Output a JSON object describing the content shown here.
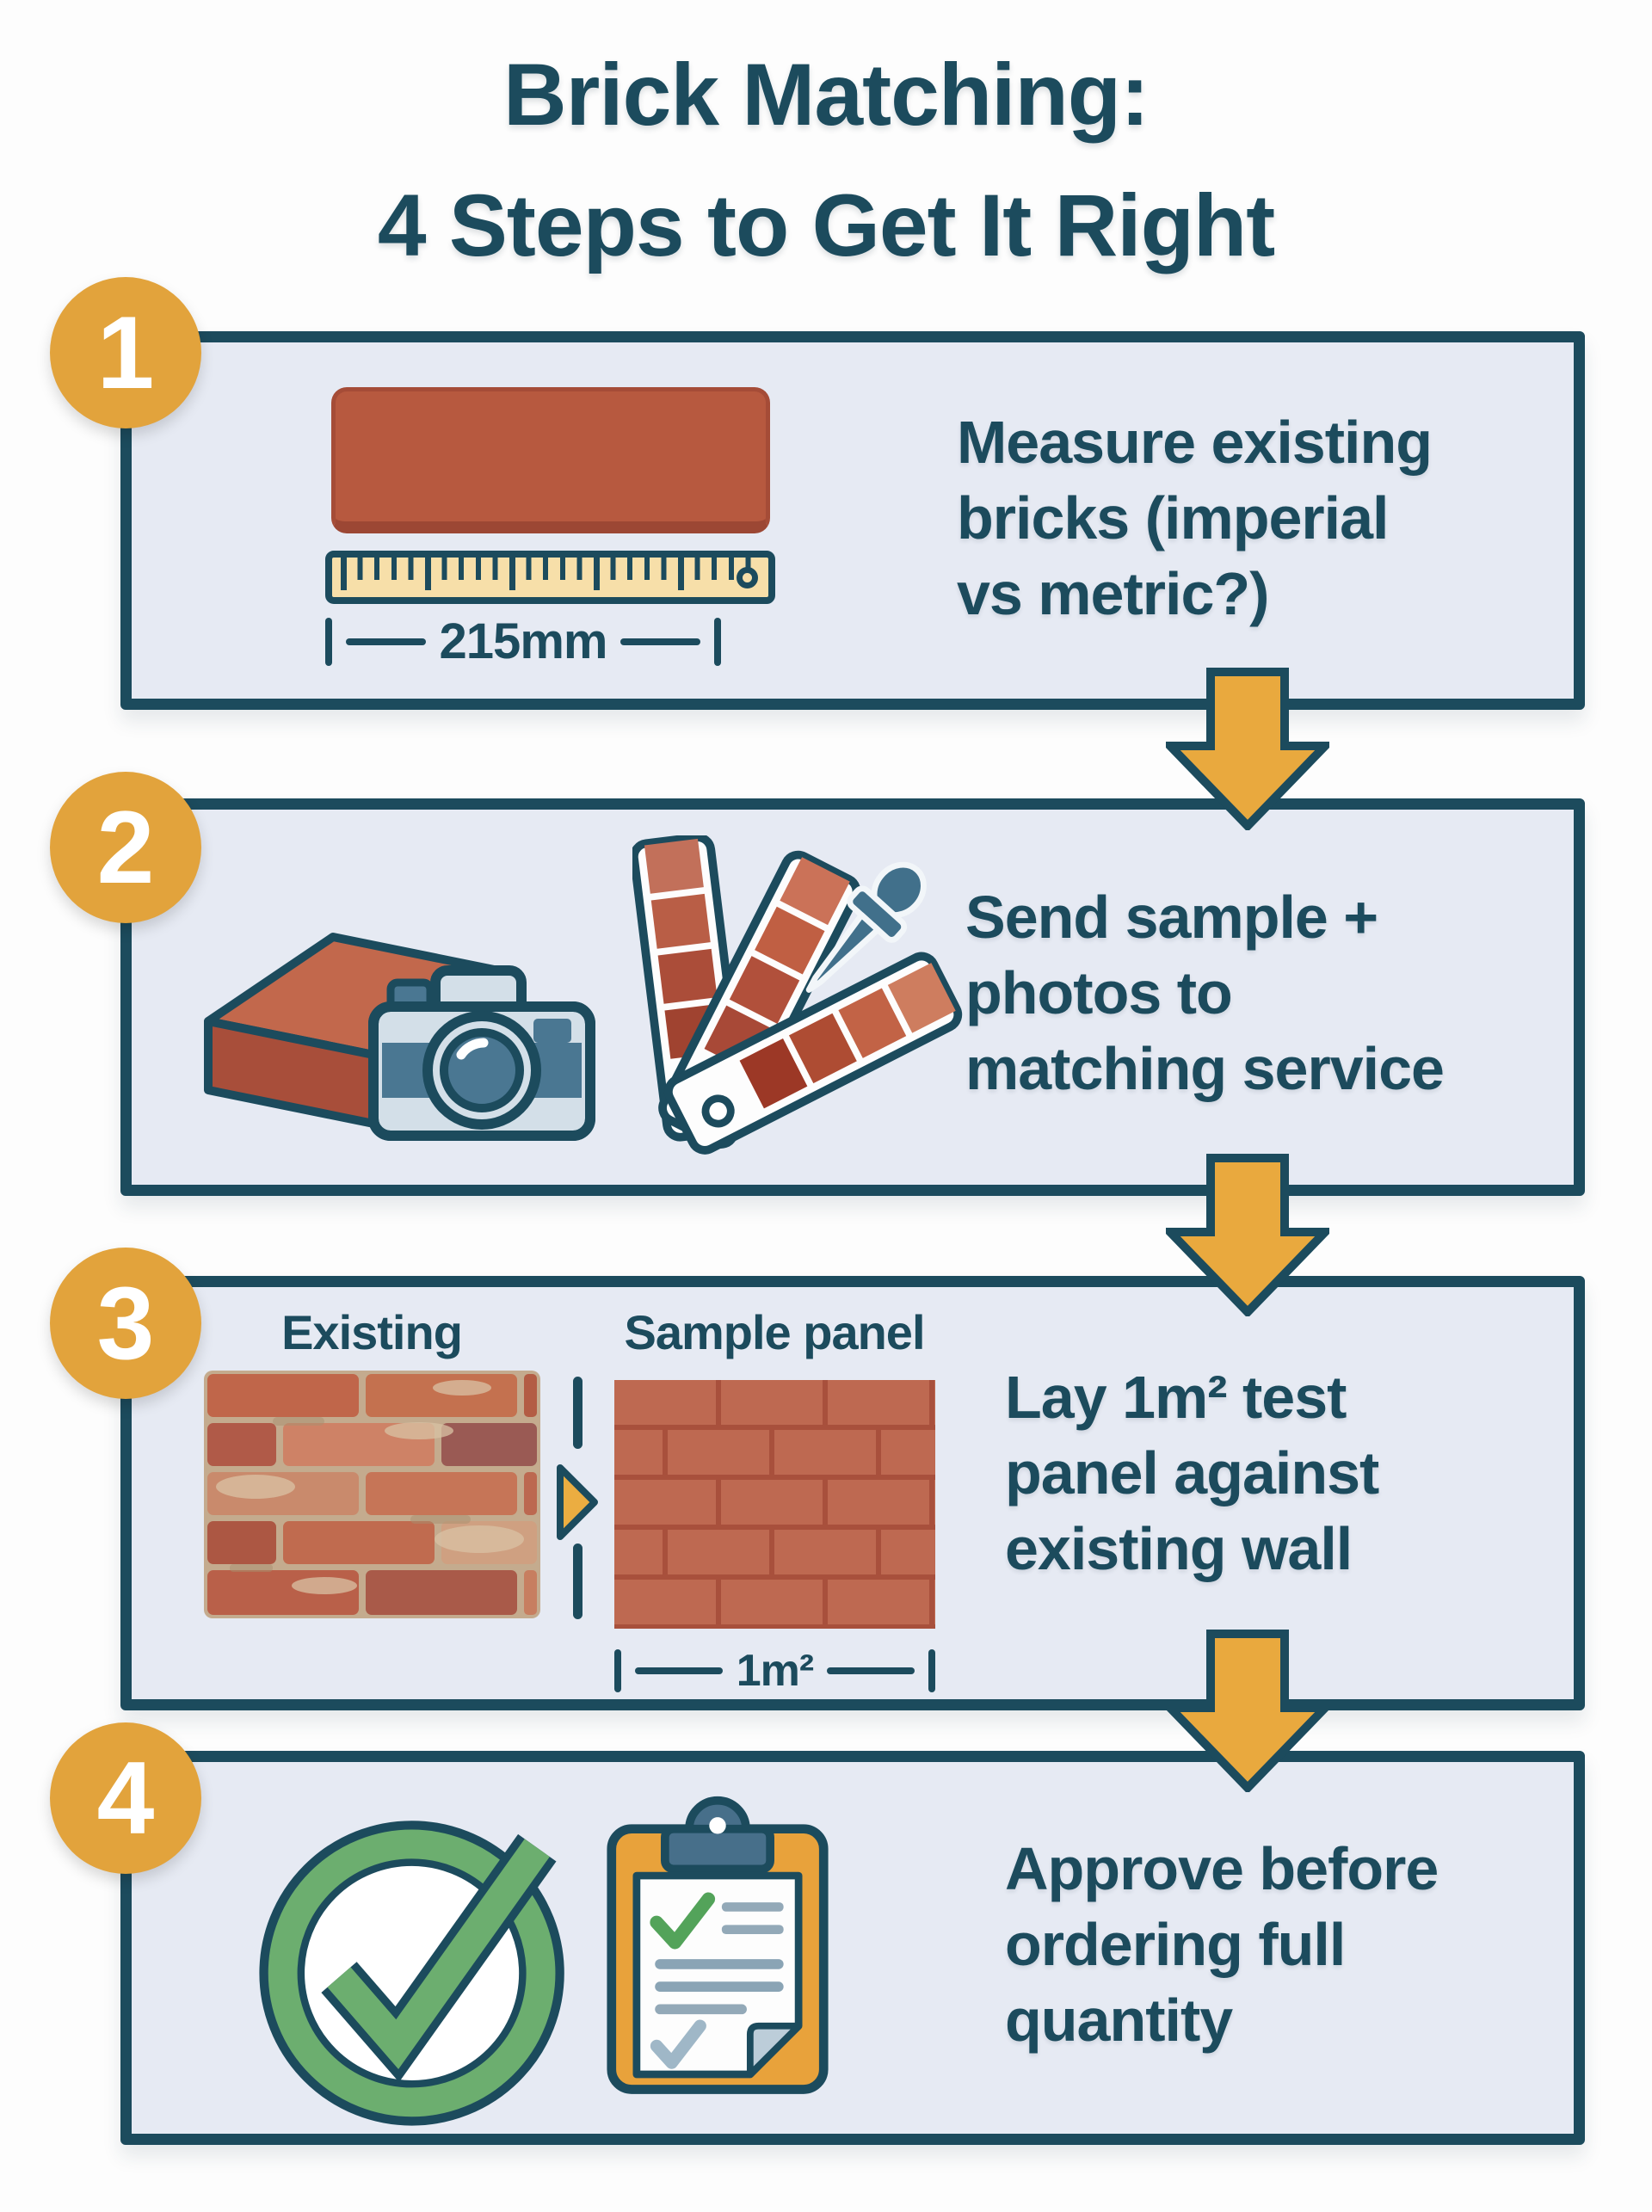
{
  "page": {
    "title": {
      "line1": "Brick Matching:",
      "line2": "4 Steps to Get It Right"
    }
  },
  "palette": {
    "teal_dark": "#1C4B5D",
    "panel_background": "#E6EAF3",
    "accent_orange": "#E2A33C",
    "brick_red": "#B7593F",
    "ruler_cream": "#F7DFA9",
    "check_green": "#6CAE6F",
    "steel_blue": "#4A7792"
  },
  "steps": [
    {
      "number": "1",
      "lines": [
        "Measure existing",
        "bricks (imperial",
        "vs metric?)"
      ],
      "measurement_label": "215mm",
      "icons": [
        "brick-icon",
        "ruler-icon",
        "dimension-line"
      ]
    },
    {
      "number": "2",
      "lines": [
        "Send sample +",
        "photos to",
        "matching service"
      ],
      "icons": [
        "brick-3d-icon",
        "camera-icon",
        "color-swatch-fan-icon",
        "eyedropper-icon"
      ]
    },
    {
      "number": "3",
      "lines": [
        "Lay 1m² test",
        "panel against",
        "existing wall"
      ],
      "left_wall_label": "Existing",
      "right_wall_label": "Sample panel",
      "dimension_label": "1m²",
      "icons": [
        "existing-wall-image",
        "compare-arrow-icon",
        "sample-wall-image",
        "dimension-line"
      ]
    },
    {
      "number": "4",
      "lines": [
        "Approve before",
        "ordering full",
        "quantity"
      ],
      "icons": [
        "approved-check-icon",
        "checklist-clipboard-icon"
      ]
    }
  ],
  "flow": {
    "arrow_icon": "down-arrow-icon",
    "count": 3
  }
}
